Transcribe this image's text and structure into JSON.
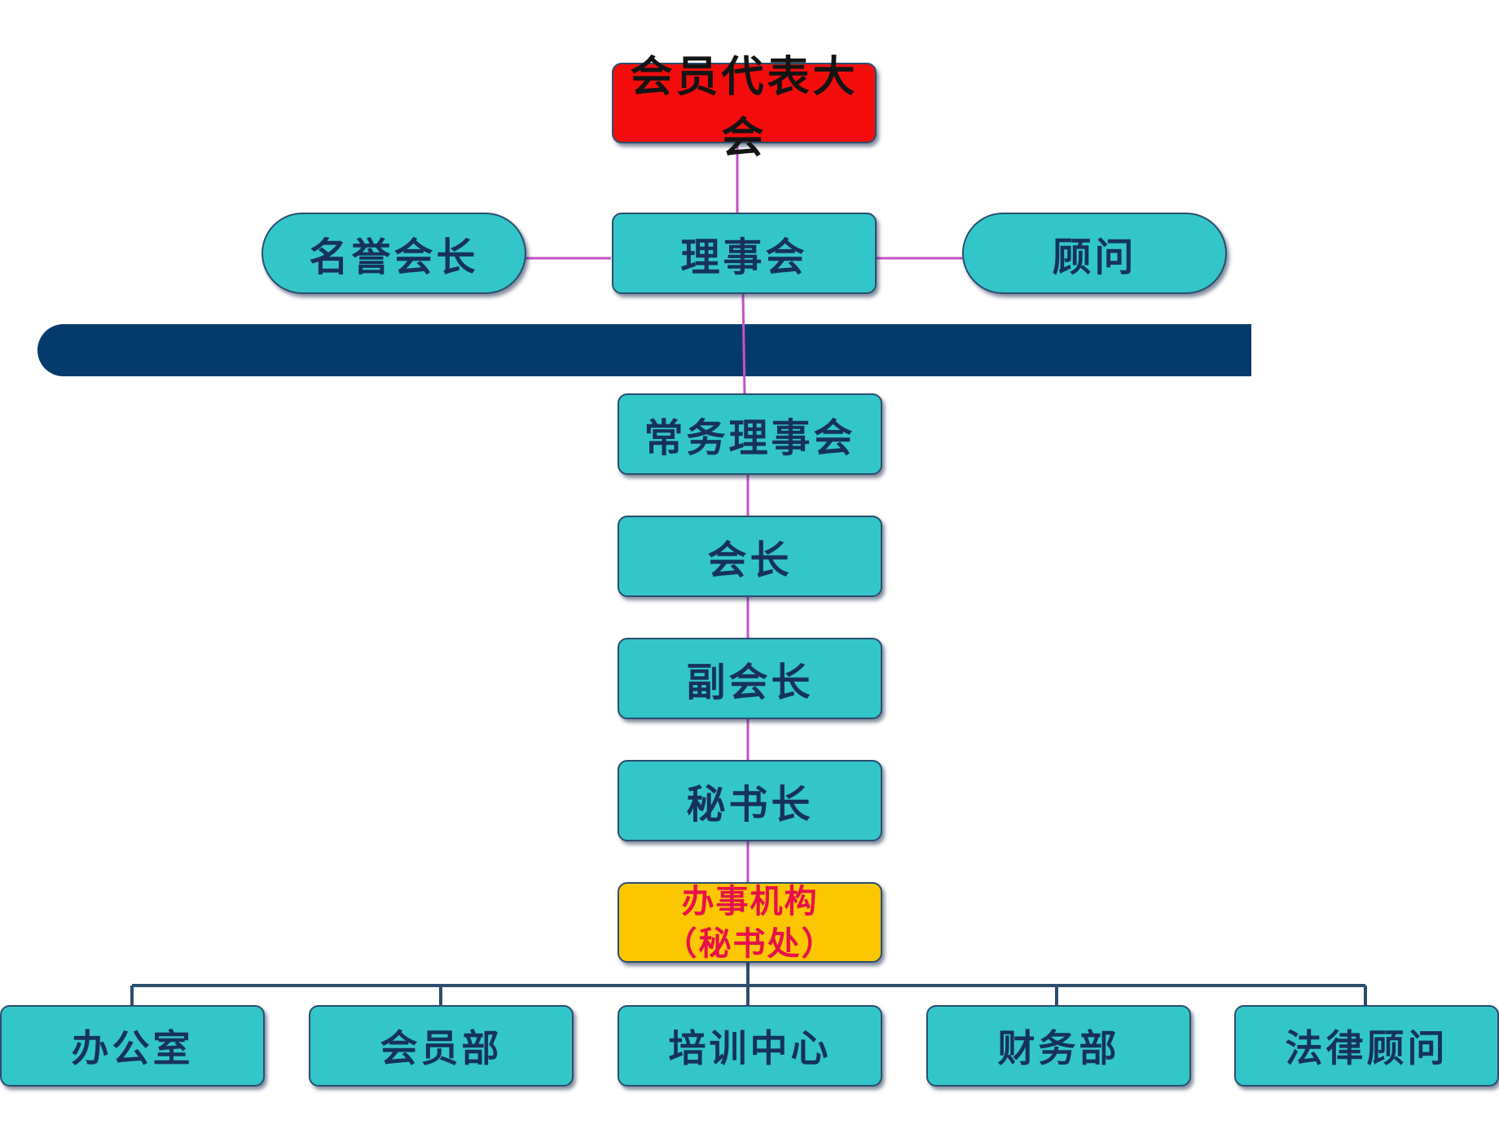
{
  "nodes": {
    "assembly": "会员代表大会",
    "honorary_president": "名誉会长",
    "council": "理事会",
    "advisor": "顾问",
    "standing_council": "常务理事会",
    "president": "会长",
    "vice_president": "副会长",
    "secretary_general": "秘书长",
    "office_line1": "办事机构",
    "office_line2": "（秘书处）"
  },
  "departments": [
    "办公室",
    "会员部",
    "培训中心",
    "财务部",
    "法律顾问"
  ],
  "colors": {
    "node_fill": "#33c6c9",
    "top_fill": "#f40c0c",
    "office_fill": "#fcc600",
    "office_text": "#e8104c",
    "band": "#053a6c",
    "connector_magenta": "#c552c8",
    "connector_navy": "#2b4e6f"
  }
}
